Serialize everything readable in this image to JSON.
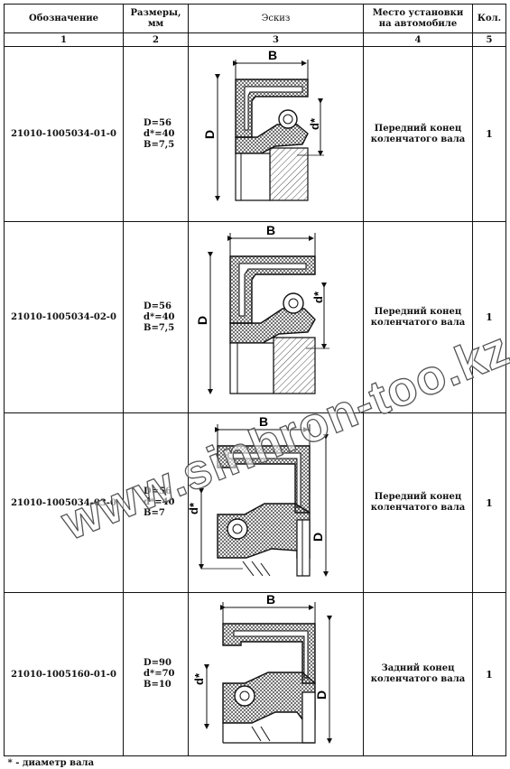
{
  "headers": {
    "designation": "Обозначение",
    "dimensions_line1": "Размеры,",
    "dimensions_line2": "мм",
    "sketch": "Эскиз",
    "place_line1": "Место установки",
    "place_line2": "на автомобиле",
    "qty": "Кол."
  },
  "column_numbers": [
    "1",
    "2",
    "3",
    "4",
    "5"
  ],
  "rows": [
    {
      "designation": "21010-1005034-01-0",
      "dims": [
        "D=56",
        "d*=40",
        "B=7,5"
      ],
      "place": [
        "Передний конец",
        "коленчатого вала"
      ],
      "qty": "1",
      "sketch_labels": {
        "b": "B",
        "d_outer": "D",
        "d_inner": "d*"
      }
    },
    {
      "designation": "21010-1005034-02-0",
      "dims": [
        "D=56",
        "d*=40",
        "B=7,5"
      ],
      "place": [
        "Передний конец",
        "коленчатого вала"
      ],
      "qty": "1",
      "sketch_labels": {
        "b": "B",
        "d_outer": "D",
        "d_inner": "d*"
      }
    },
    {
      "designation": "21010-1005034-03-0",
      "dims": [
        "D=56",
        "d*=40",
        "B=7"
      ],
      "place": [
        "Передний конец",
        "коленчатого вала"
      ],
      "qty": "1",
      "sketch_labels": {
        "b": "B",
        "d_outer": "D",
        "d_inner": "d*"
      }
    },
    {
      "designation": "21010-1005160-01-0",
      "dims": [
        "D=90",
        "d*=70",
        "B=10"
      ],
      "place": [
        "Задний конец",
        "коленчатого вала"
      ],
      "qty": "1",
      "sketch_labels": {
        "b": "B",
        "d_outer": "D",
        "d_inner": "d*"
      }
    }
  ],
  "footnote": "* - диаметр вала",
  "watermark": "www.sinhron-too.kz"
}
